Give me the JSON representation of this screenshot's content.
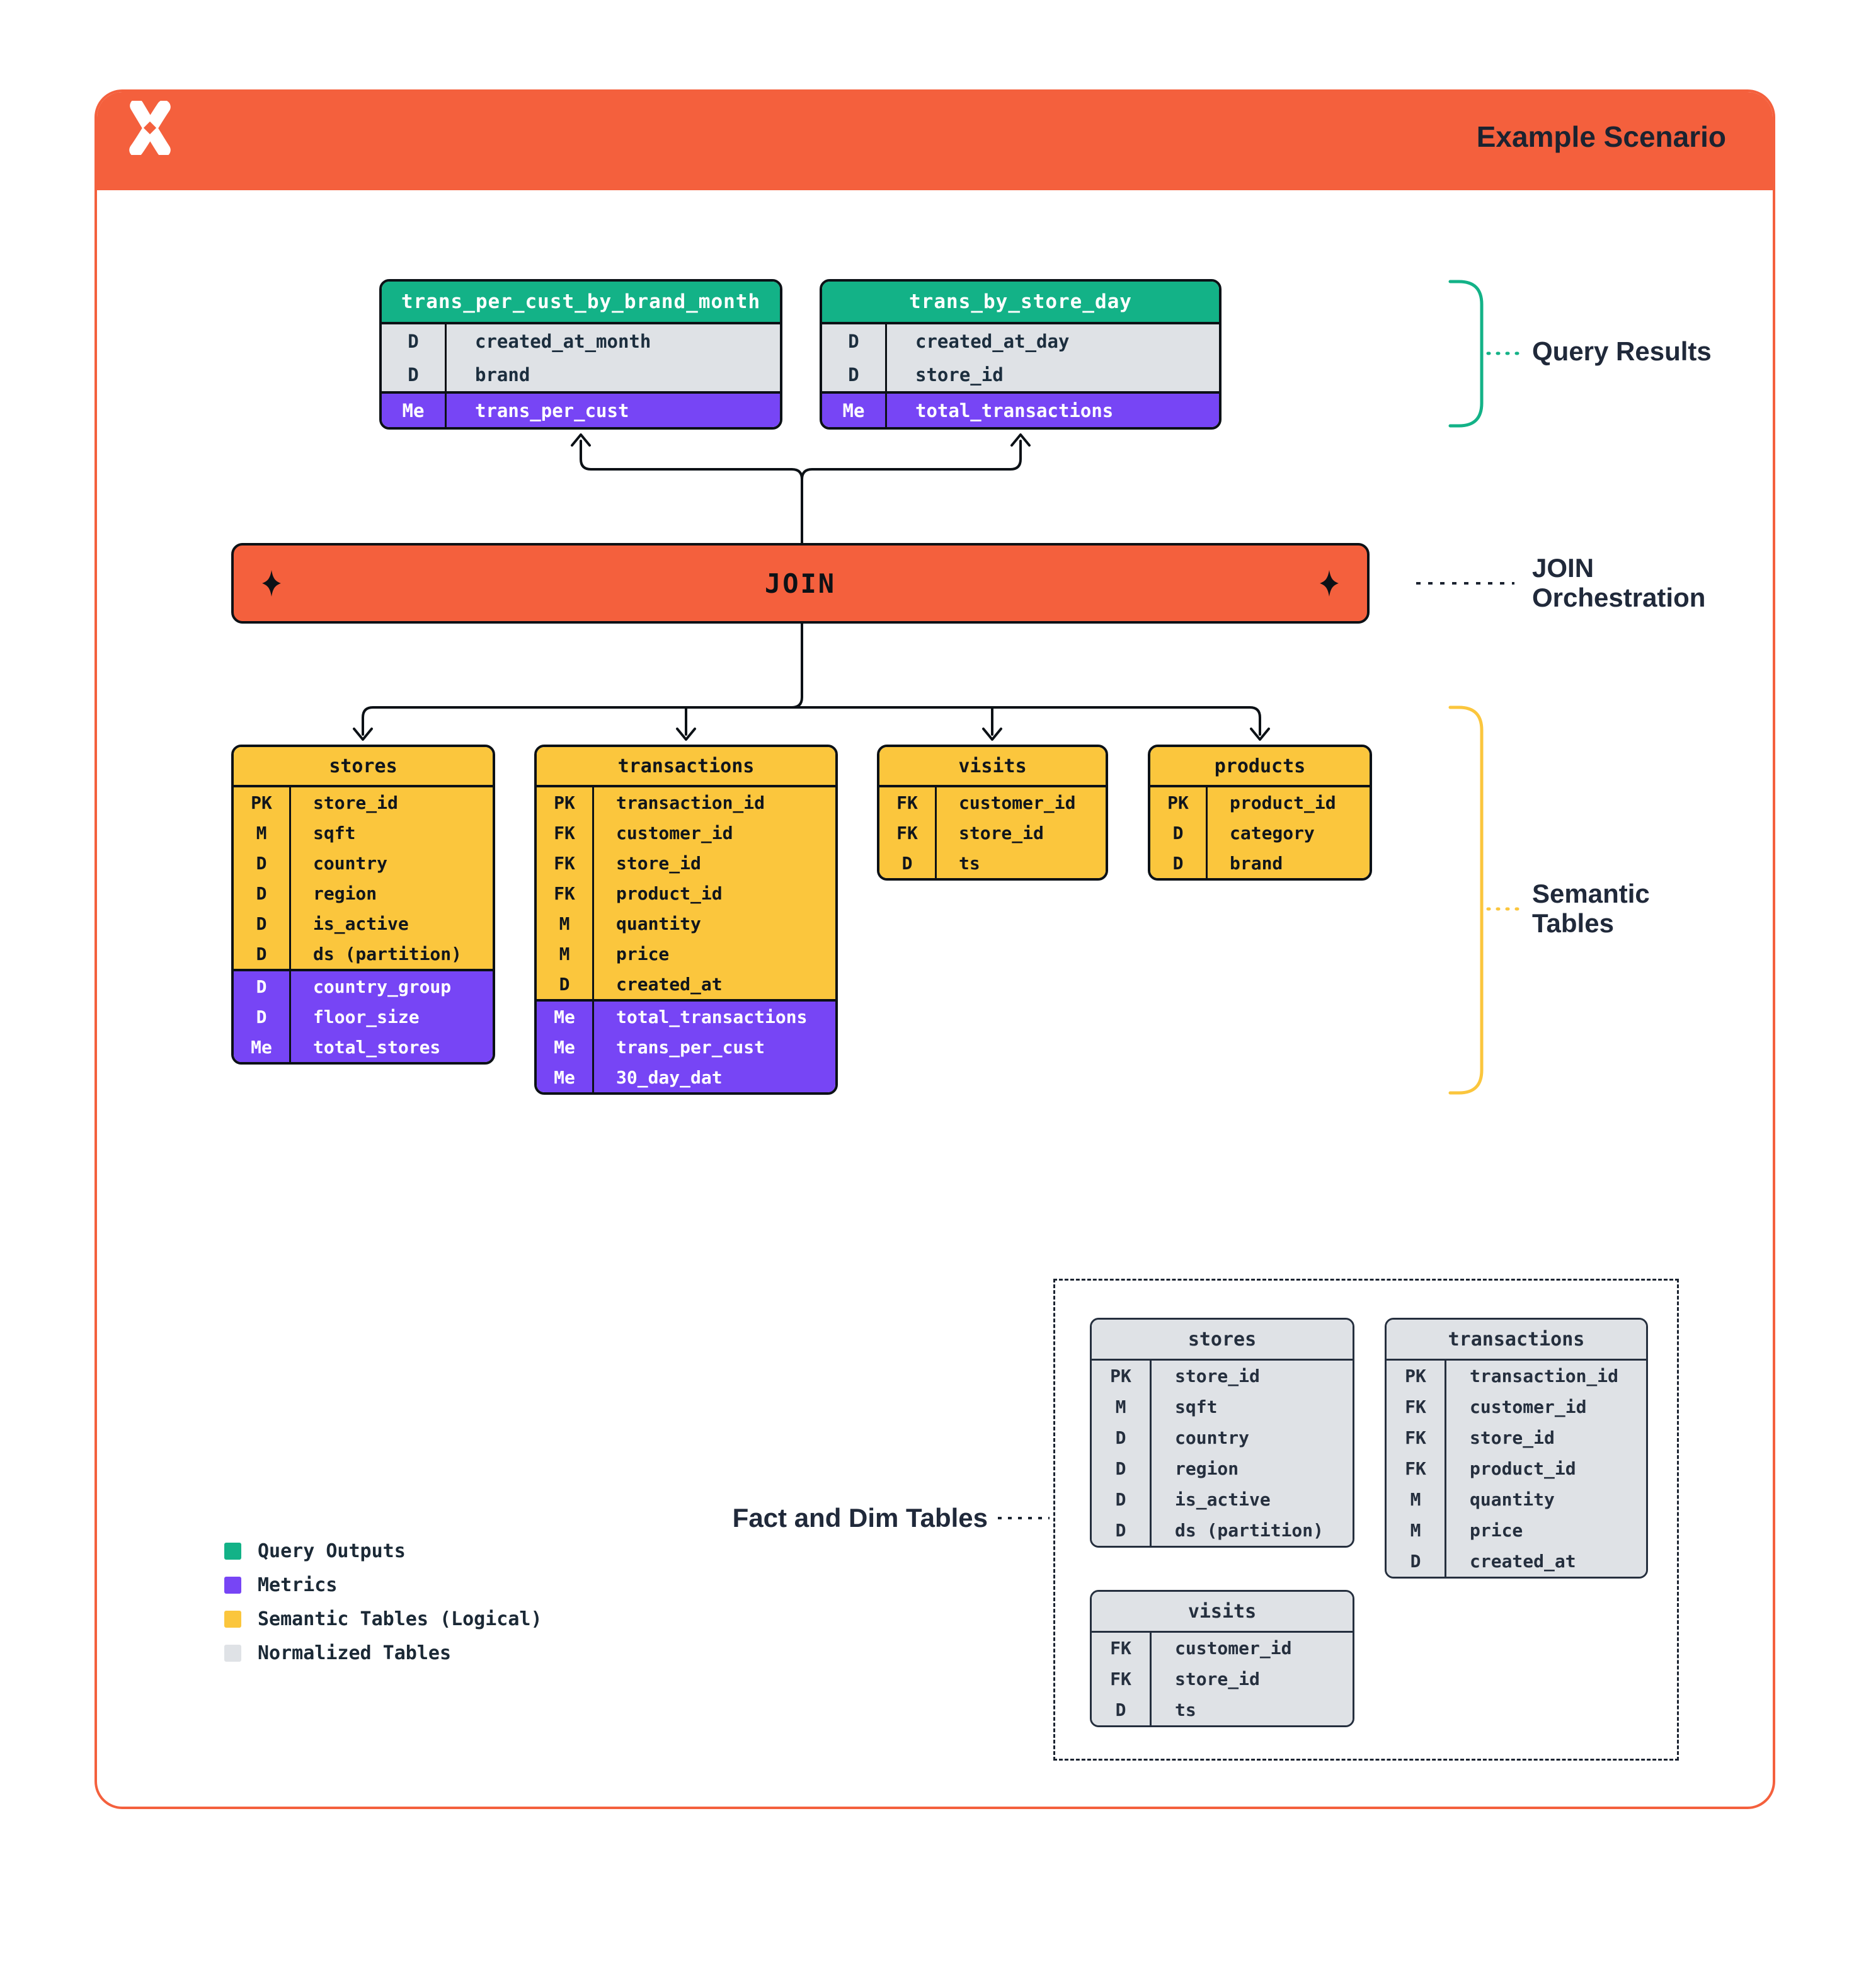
{
  "header": {
    "title": "Example Scenario"
  },
  "join": {
    "label": "JOIN"
  },
  "annotations": {
    "query_results": "Query Results",
    "join_orchestration": [
      "JOIN",
      "Orchestration"
    ],
    "semantic_tables": [
      "Semantic",
      "Tables"
    ],
    "fact_and_dim": "Fact and Dim Tables"
  },
  "query_result_tables": [
    {
      "title": "trans_per_cust_by_brand_month",
      "dimension_rows": [
        {
          "key": "D",
          "name": "created_at_month"
        },
        {
          "key": "D",
          "name": "brand"
        }
      ],
      "metric_rows": [
        {
          "key": "Me",
          "name": "trans_per_cust"
        }
      ]
    },
    {
      "title": "trans_by_store_day",
      "dimension_rows": [
        {
          "key": "D",
          "name": "created_at_day"
        },
        {
          "key": "D",
          "name": "store_id"
        }
      ],
      "metric_rows": [
        {
          "key": "Me",
          "name": "total_transactions"
        }
      ]
    }
  ],
  "semantic_tables": [
    {
      "title": "stores",
      "dimension_rows": [
        {
          "key": "PK",
          "name": "store_id"
        },
        {
          "key": "M",
          "name": "sqft"
        },
        {
          "key": "D",
          "name": "country"
        },
        {
          "key": "D",
          "name": "region"
        },
        {
          "key": "D",
          "name": "is_active"
        },
        {
          "key": "D",
          "name": "ds (partition)"
        }
      ],
      "metric_rows": [
        {
          "key": "D",
          "name": "country_group"
        },
        {
          "key": "D",
          "name": "floor_size"
        },
        {
          "key": "Me",
          "name": "total_stores"
        }
      ]
    },
    {
      "title": "transactions",
      "dimension_rows": [
        {
          "key": "PK",
          "name": "transaction_id"
        },
        {
          "key": "FK",
          "name": "customer_id"
        },
        {
          "key": "FK",
          "name": "store_id"
        },
        {
          "key": "FK",
          "name": "product_id"
        },
        {
          "key": "M",
          "name": "quantity"
        },
        {
          "key": "M",
          "name": "price"
        },
        {
          "key": "D",
          "name": "created_at"
        }
      ],
      "metric_rows": [
        {
          "key": "Me",
          "name": "total_transactions"
        },
        {
          "key": "Me",
          "name": "trans_per_cust"
        },
        {
          "key": "Me",
          "name": "30_day_dat"
        }
      ]
    },
    {
      "title": "visits",
      "dimension_rows": [
        {
          "key": "FK",
          "name": "customer_id"
        },
        {
          "key": "FK",
          "name": "store_id"
        },
        {
          "key": "D",
          "name": "ts"
        }
      ],
      "metric_rows": []
    },
    {
      "title": "products",
      "dimension_rows": [
        {
          "key": "PK",
          "name": "product_id"
        },
        {
          "key": "D",
          "name": "category"
        },
        {
          "key": "D",
          "name": "brand"
        }
      ],
      "metric_rows": []
    }
  ],
  "normalized_tables": [
    {
      "title": "stores",
      "rows": [
        {
          "key": "PK",
          "name": "store_id"
        },
        {
          "key": "M",
          "name": "sqft"
        },
        {
          "key": "D",
          "name": "country"
        },
        {
          "key": "D",
          "name": "region"
        },
        {
          "key": "D",
          "name": "is_active"
        },
        {
          "key": "D",
          "name": "ds (partition)"
        }
      ]
    },
    {
      "title": "transactions",
      "rows": [
        {
          "key": "PK",
          "name": "transaction_id"
        },
        {
          "key": "FK",
          "name": "customer_id"
        },
        {
          "key": "FK",
          "name": "store_id"
        },
        {
          "key": "FK",
          "name": "product_id"
        },
        {
          "key": "M",
          "name": "quantity"
        },
        {
          "key": "M",
          "name": "price"
        },
        {
          "key": "D",
          "name": "created_at"
        }
      ]
    },
    {
      "title": "visits",
      "rows": [
        {
          "key": "FK",
          "name": "customer_id"
        },
        {
          "key": "FK",
          "name": "store_id"
        },
        {
          "key": "D",
          "name": "ts"
        }
      ]
    }
  ],
  "legend": {
    "items": [
      {
        "label": "Query Outputs",
        "color": "#13B287"
      },
      {
        "label": "Metrics",
        "color": "#7745F5"
      },
      {
        "label": "Semantic Tables (Logical)",
        "color": "#FBC63D"
      },
      {
        "label": "Normalized Tables",
        "color": "#DFE2E6"
      }
    ]
  },
  "colors": {
    "accent_orange": "#F4603D",
    "query_output_green": "#13B287",
    "metric_purple": "#7745F5",
    "semantic_yellow": "#FBC63D",
    "normalized_gray": "#DFE2E6",
    "ink": "#0C1116",
    "label_navy": "#20293A"
  }
}
